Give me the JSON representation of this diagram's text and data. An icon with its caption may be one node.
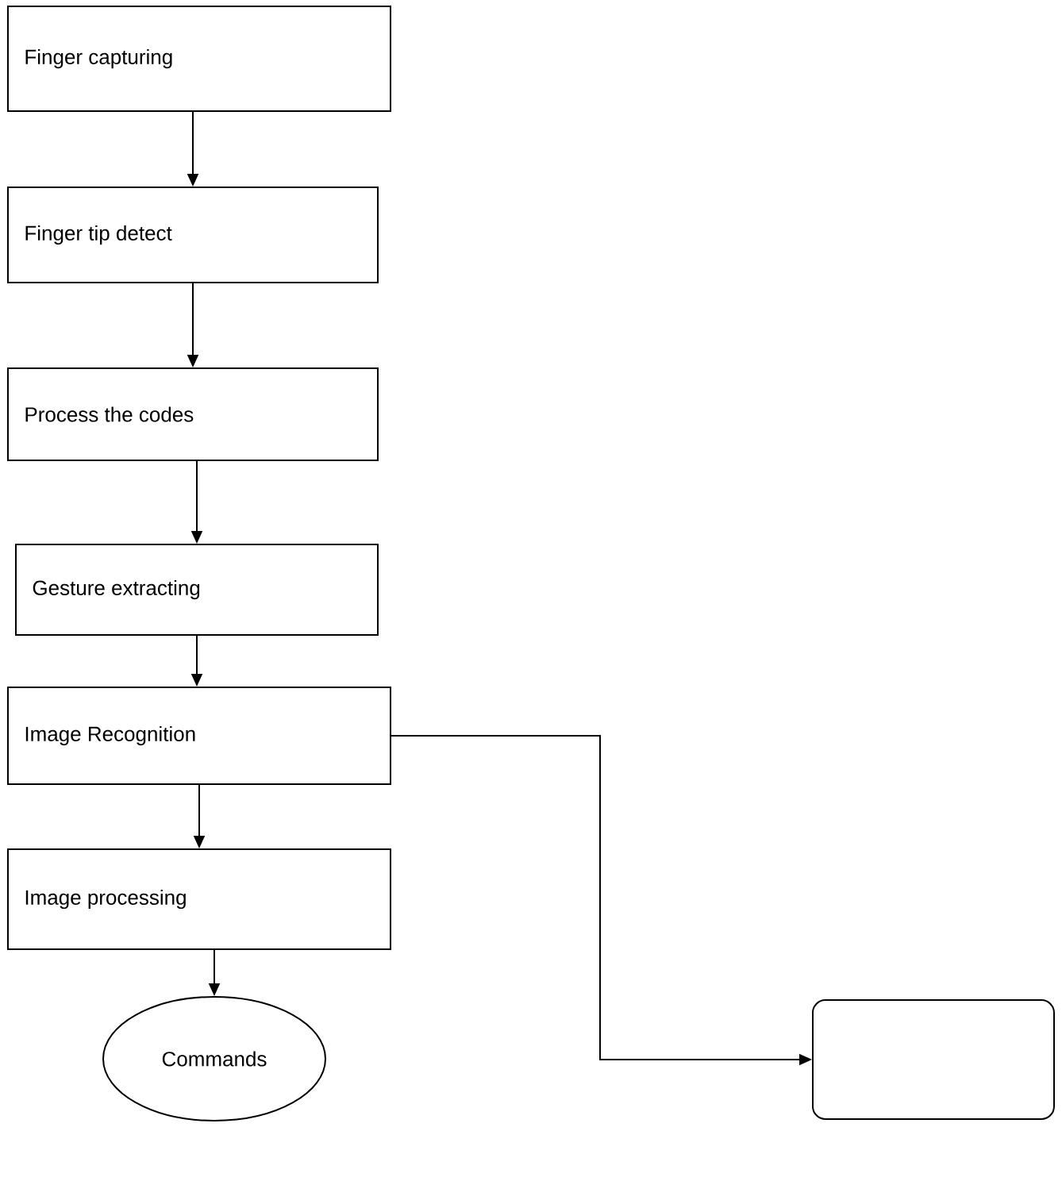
{
  "diagram": {
    "nodes": [
      {
        "text": [
          "Finger capturing"
        ]
      },
      {
        "text": [
          "Finger tip detect"
        ]
      },
      {
        "text": [
          "Process the codes"
        ]
      },
      {
        "text": [
          "Gesture extracting"
        ]
      },
      {
        "text": [
          "Image Recognition"
        ]
      },
      {
        "text": [
          "Image processing"
        ]
      },
      {
        "text": [
          "Commands"
        ]
      },
      {
        "text": [],
        "shape": "box"
      }
    ],
    "edges": [
      {
        "from": 0,
        "to": 1,
        "arrow": "to"
      },
      {
        "from": 1,
        "to": 2,
        "arrow": "to"
      },
      {
        "from": 2,
        "to": 3,
        "arrow": "to"
      },
      {
        "from": 3,
        "to": 4,
        "arrow": "to"
      },
      {
        "from": 4,
        "to": 5,
        "arrow": "to"
      },
      {
        "from": 5,
        "to": 6,
        "arrow": "to"
      },
      {
        "from": 4,
        "to": 7,
        "arrow": "to"
      }
    ]
  }
}
